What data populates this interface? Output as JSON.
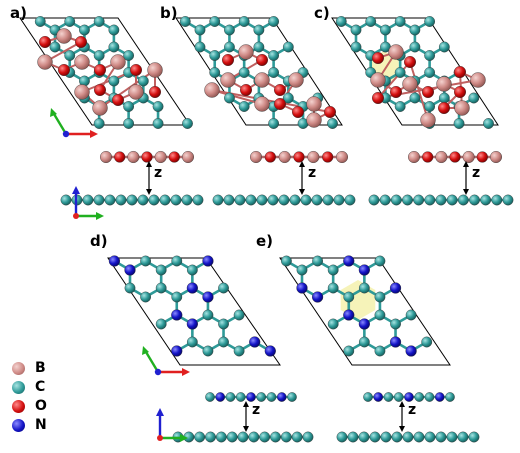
{
  "panels": {
    "a": {
      "label": "a)"
    },
    "b": {
      "label": "b)"
    },
    "c": {
      "label": "c)"
    },
    "d": {
      "label": "d)"
    },
    "e": {
      "label": "e)"
    }
  },
  "interlayer_label": "z",
  "legend": [
    {
      "symbol": "B",
      "color": "#d08a86"
    },
    {
      "symbol": "C",
      "color": "#2e9a98"
    },
    {
      "symbol": "O",
      "color": "#d40f0f"
    },
    {
      "symbol": "N",
      "color": "#1414c8"
    }
  ],
  "colors": {
    "boron": "#d08a86",
    "carbon": "#2e9a98",
    "oxygen": "#d40f0f",
    "nitrogen": "#1414c8",
    "highlight": "#f4f0a8",
    "axis_x": "#e02020",
    "axis_y": "#20b020",
    "axis_z": "#2020d0"
  }
}
